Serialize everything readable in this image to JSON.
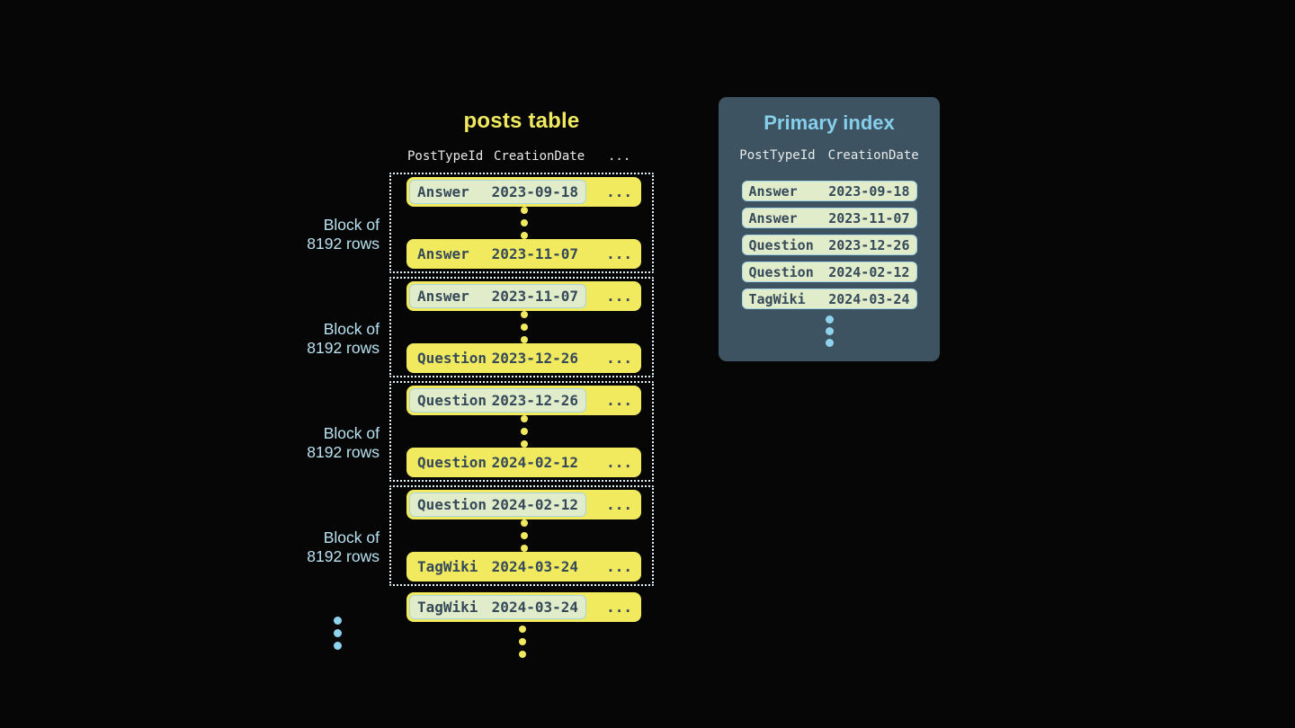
{
  "colors": {
    "background": "#060606",
    "yellow": "#f1ea5f",
    "highlight_bg": "#e1edca",
    "highlight_border": "#a6d4e2",
    "dark_text": "#35495a",
    "panel_bg": "#3e5361",
    "panel_title": "#86cfec",
    "header_text": "#e9ebe8",
    "label_blue": "#b8e2f2",
    "dot_blue": "#8fd2ec",
    "dotted_border": "#e2f3f8"
  },
  "posts_table": {
    "title": "posts table",
    "headers": [
      "PostTypeId",
      "CreationDate",
      "..."
    ],
    "blocks": [
      {
        "label": [
          "Block of",
          "8192 rows"
        ],
        "first_row": {
          "post_type": "Answer",
          "creation_date": "2023-09-18",
          "more": "..."
        },
        "last_row": {
          "post_type": "Answer",
          "creation_date": "2023-11-07",
          "more": "..."
        }
      },
      {
        "label": [
          "Block of",
          "8192 rows"
        ],
        "first_row": {
          "post_type": "Answer",
          "creation_date": "2023-11-07",
          "more": "..."
        },
        "last_row": {
          "post_type": "Question",
          "creation_date": "2023-12-26",
          "more": "..."
        }
      },
      {
        "label": [
          "Block of",
          "8192 rows"
        ],
        "first_row": {
          "post_type": "Question",
          "creation_date": "2023-12-26",
          "more": "..."
        },
        "last_row": {
          "post_type": "Question",
          "creation_date": "2024-02-12",
          "more": "..."
        }
      },
      {
        "label": [
          "Block of",
          "8192 rows"
        ],
        "first_row": {
          "post_type": "Question",
          "creation_date": "2024-02-12",
          "more": "..."
        },
        "last_row": {
          "post_type": "TagWiki",
          "creation_date": "2024-03-24",
          "more": "..."
        }
      }
    ],
    "overflow_row": {
      "post_type": "TagWiki",
      "creation_date": "2024-03-24",
      "more": "..."
    }
  },
  "primary_index": {
    "title": "Primary index",
    "headers": [
      "PostTypeId",
      "CreationDate"
    ],
    "rows": [
      {
        "post_type": "Answer",
        "creation_date": "2023-09-18"
      },
      {
        "post_type": "Answer",
        "creation_date": "2023-11-07"
      },
      {
        "post_type": "Question",
        "creation_date": "2023-12-26"
      },
      {
        "post_type": "Question",
        "creation_date": "2024-02-12"
      },
      {
        "post_type": "TagWiki",
        "creation_date": "2024-03-24"
      }
    ]
  }
}
